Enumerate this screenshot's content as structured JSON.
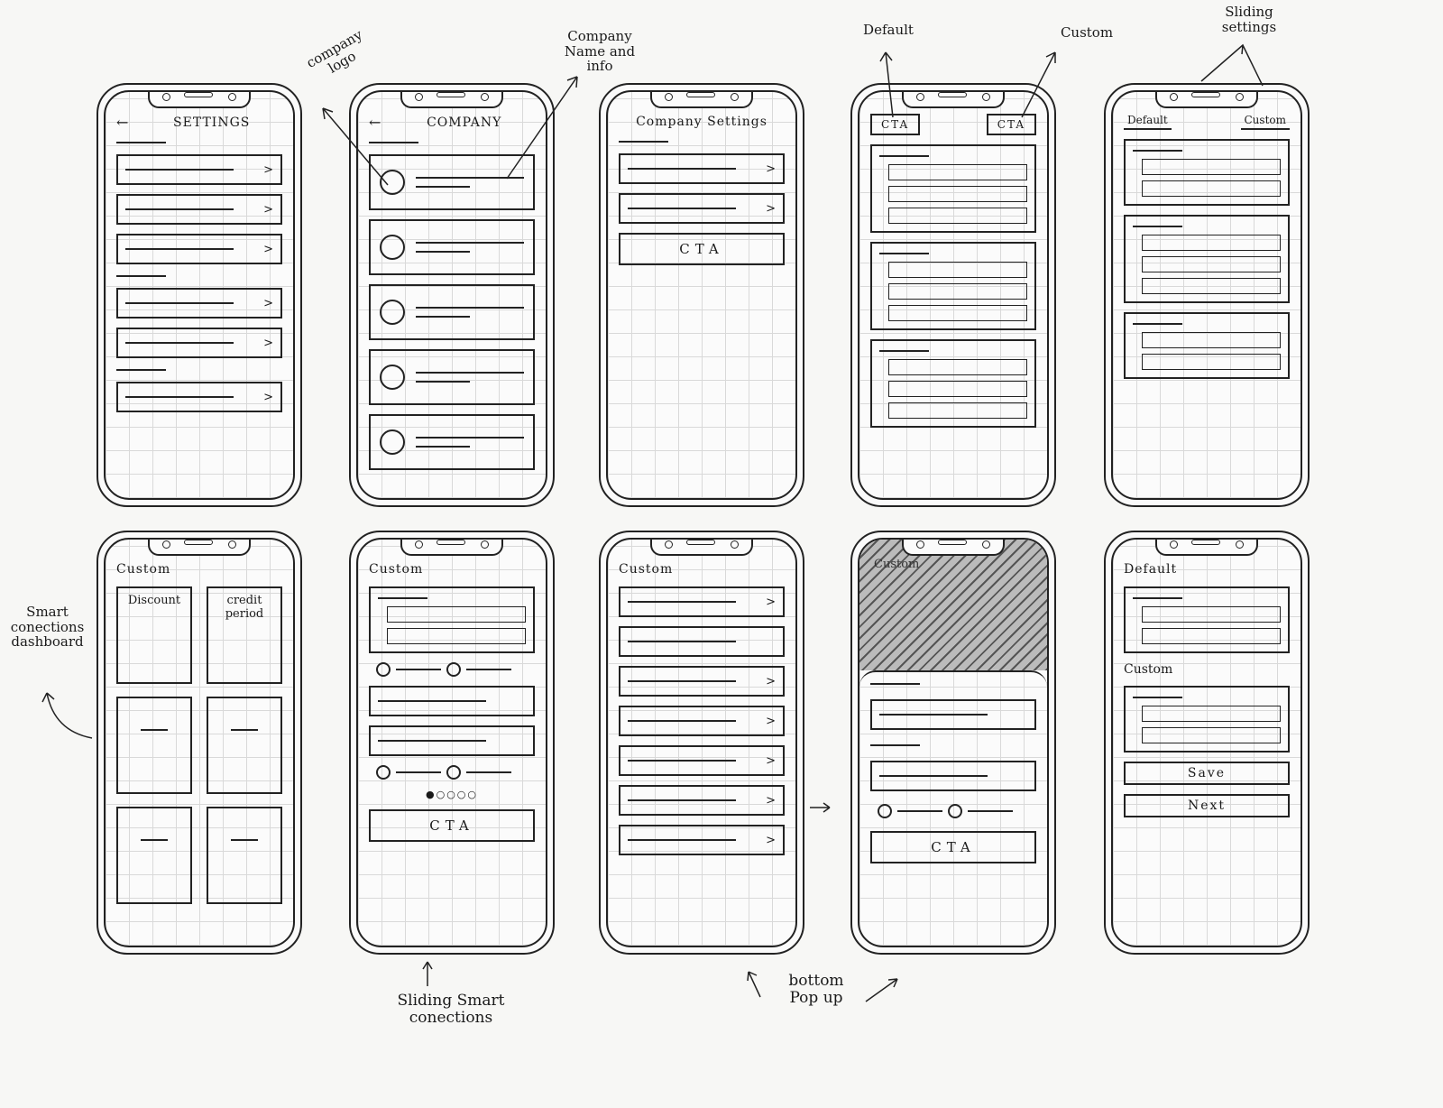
{
  "phones": [
    {
      "header": {
        "back": "←",
        "title": "SETTINGS"
      },
      "items": [
        {
          "type": "sline"
        },
        {
          "type": "row",
          "chev": ">"
        },
        {
          "type": "row",
          "chev": ">"
        },
        {
          "type": "row",
          "chev": ">"
        },
        {
          "type": "sline"
        },
        {
          "type": "row",
          "chev": ">"
        },
        {
          "type": "row",
          "chev": ">"
        },
        {
          "type": "sline"
        },
        {
          "type": "row",
          "chev": ">"
        }
      ]
    },
    {
      "header": {
        "back": "←",
        "title": "COMPANY"
      },
      "items": [
        {
          "type": "sline"
        },
        {
          "type": "lrow"
        },
        {
          "type": "lrow"
        },
        {
          "type": "lrow"
        },
        {
          "type": "lrow"
        },
        {
          "type": "lrow"
        }
      ]
    },
    {
      "header": {
        "title": "Company Settings"
      },
      "items": [
        {
          "type": "sline"
        },
        {
          "type": "row",
          "chev": ">"
        },
        {
          "type": "row",
          "chev": ">"
        },
        {
          "type": "cta",
          "label": "CTA"
        }
      ]
    },
    {
      "tabs": [
        "CTA",
        "CTA"
      ],
      "tab_style": "box",
      "items": [
        {
          "type": "group",
          "subs": 3
        },
        {
          "type": "group",
          "subs": 3
        },
        {
          "type": "group",
          "subs": 3
        }
      ]
    },
    {
      "tabs": [
        "Default",
        "Custom"
      ],
      "tab_style": "underline",
      "items": [
        {
          "type": "group",
          "subs": 2
        },
        {
          "type": "group",
          "subs": 3
        },
        {
          "type": "group",
          "subs": 2
        }
      ]
    },
    {
      "header": {
        "title": "Custom",
        "align": "left"
      },
      "items": [
        {
          "type": "tiles",
          "labels": [
            "Discount",
            "credit period",
            "",
            "",
            " ",
            ""
          ]
        }
      ]
    },
    {
      "header": {
        "title": "Custom",
        "align": "left"
      },
      "items": [
        {
          "type": "group",
          "subs": 2
        },
        {
          "type": "slider"
        },
        {
          "type": "row"
        },
        {
          "type": "row"
        },
        {
          "type": "slider"
        },
        {
          "type": "dots",
          "label": "●○○○○"
        },
        {
          "type": "cta",
          "label": "CTA"
        }
      ]
    },
    {
      "header": {
        "title": "Custom",
        "align": "left"
      },
      "items": [
        {
          "type": "row",
          "chev": ">"
        },
        {
          "type": "row"
        },
        {
          "type": "row",
          "chev": ">"
        },
        {
          "type": "row",
          "chev": ">"
        },
        {
          "type": "row",
          "chev": ">"
        },
        {
          "type": "row",
          "chev": ">"
        },
        {
          "type": "row",
          "chev": ">"
        }
      ]
    },
    {
      "hatched_title": "Custom",
      "popup_items": [
        {
          "type": "sline"
        },
        {
          "type": "row"
        },
        {
          "type": "sline"
        },
        {
          "type": "row"
        },
        {
          "type": "slider"
        },
        {
          "type": "cta",
          "label": "CTA"
        }
      ]
    },
    {
      "header": {
        "title": "Default",
        "align": "left"
      },
      "items": [
        {
          "type": "group",
          "subs": 2
        },
        {
          "type": "section",
          "label": "Custom"
        },
        {
          "type": "group",
          "subs": 2
        },
        {
          "type": "button",
          "label": "Save"
        },
        {
          "type": "button",
          "label": "Next"
        }
      ]
    }
  ],
  "annotations": {
    "company_logo": "company logo",
    "company_info": "Company Name and info",
    "default": "Default",
    "custom": "Custom",
    "sliding_settings": "Sliding settings",
    "smart_dashboard": "Smart conections dashboard",
    "sliding_smart": "Sliding Smart conections",
    "bottom_popup": "bottom Pop up"
  }
}
